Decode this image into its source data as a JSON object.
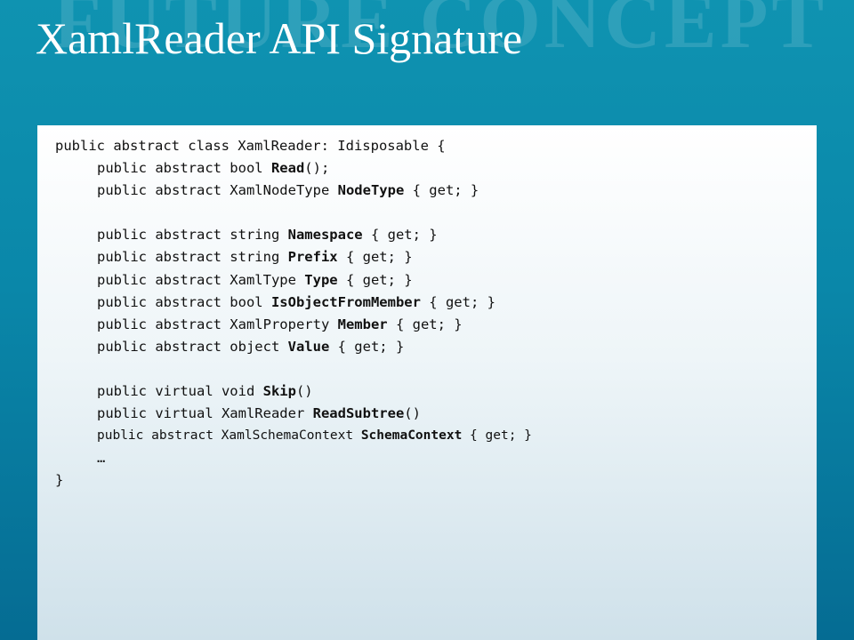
{
  "slide": {
    "watermark": "FUTURE CONCEPT",
    "title": "XamlReader API Signature"
  },
  "code": {
    "lines": [
      {
        "id": "class-decl",
        "prefix": "public abstract class XamlReader: Idisposable {",
        "member": "",
        "suffix": ""
      },
      {
        "id": "read",
        "prefix": "public abstract bool ",
        "member": "Read",
        "suffix": "();"
      },
      {
        "id": "nodetype",
        "prefix": "public abstract XamlNodeType ",
        "member": "NodeType",
        "suffix": " { get; }"
      },
      {
        "id": "namespace",
        "prefix": "public abstract string ",
        "member": "Namespace",
        "suffix": " { get; }"
      },
      {
        "id": "prefix",
        "prefix": "public abstract string ",
        "member": "Prefix",
        "suffix": " { get; }"
      },
      {
        "id": "type",
        "prefix": "public abstract XamlType ",
        "member": "Type",
        "suffix": " { get; }"
      },
      {
        "id": "isobjectfrommember",
        "prefix": "public abstract bool ",
        "member": "IsObjectFromMember",
        "suffix": " { get; }"
      },
      {
        "id": "member",
        "prefix": "public abstract XamlProperty ",
        "member": "Member",
        "suffix": " { get; }"
      },
      {
        "id": "value",
        "prefix": "public abstract object ",
        "member": "Value",
        "suffix": " { get; }"
      },
      {
        "id": "skip",
        "prefix": "public virtual void ",
        "member": "Skip",
        "suffix": "()"
      },
      {
        "id": "readsubtree",
        "prefix": "public virtual XamlReader ",
        "member": "ReadSubtree",
        "suffix": "()"
      },
      {
        "id": "schemacontext",
        "prefix": "public abstract XamlSchemaContext ",
        "member": "SchemaContext",
        "suffix": " { get; }"
      },
      {
        "id": "ellipsis",
        "prefix": "…",
        "member": "",
        "suffix": ""
      },
      {
        "id": "close-brace",
        "prefix": "}",
        "member": "",
        "suffix": ""
      }
    ]
  }
}
